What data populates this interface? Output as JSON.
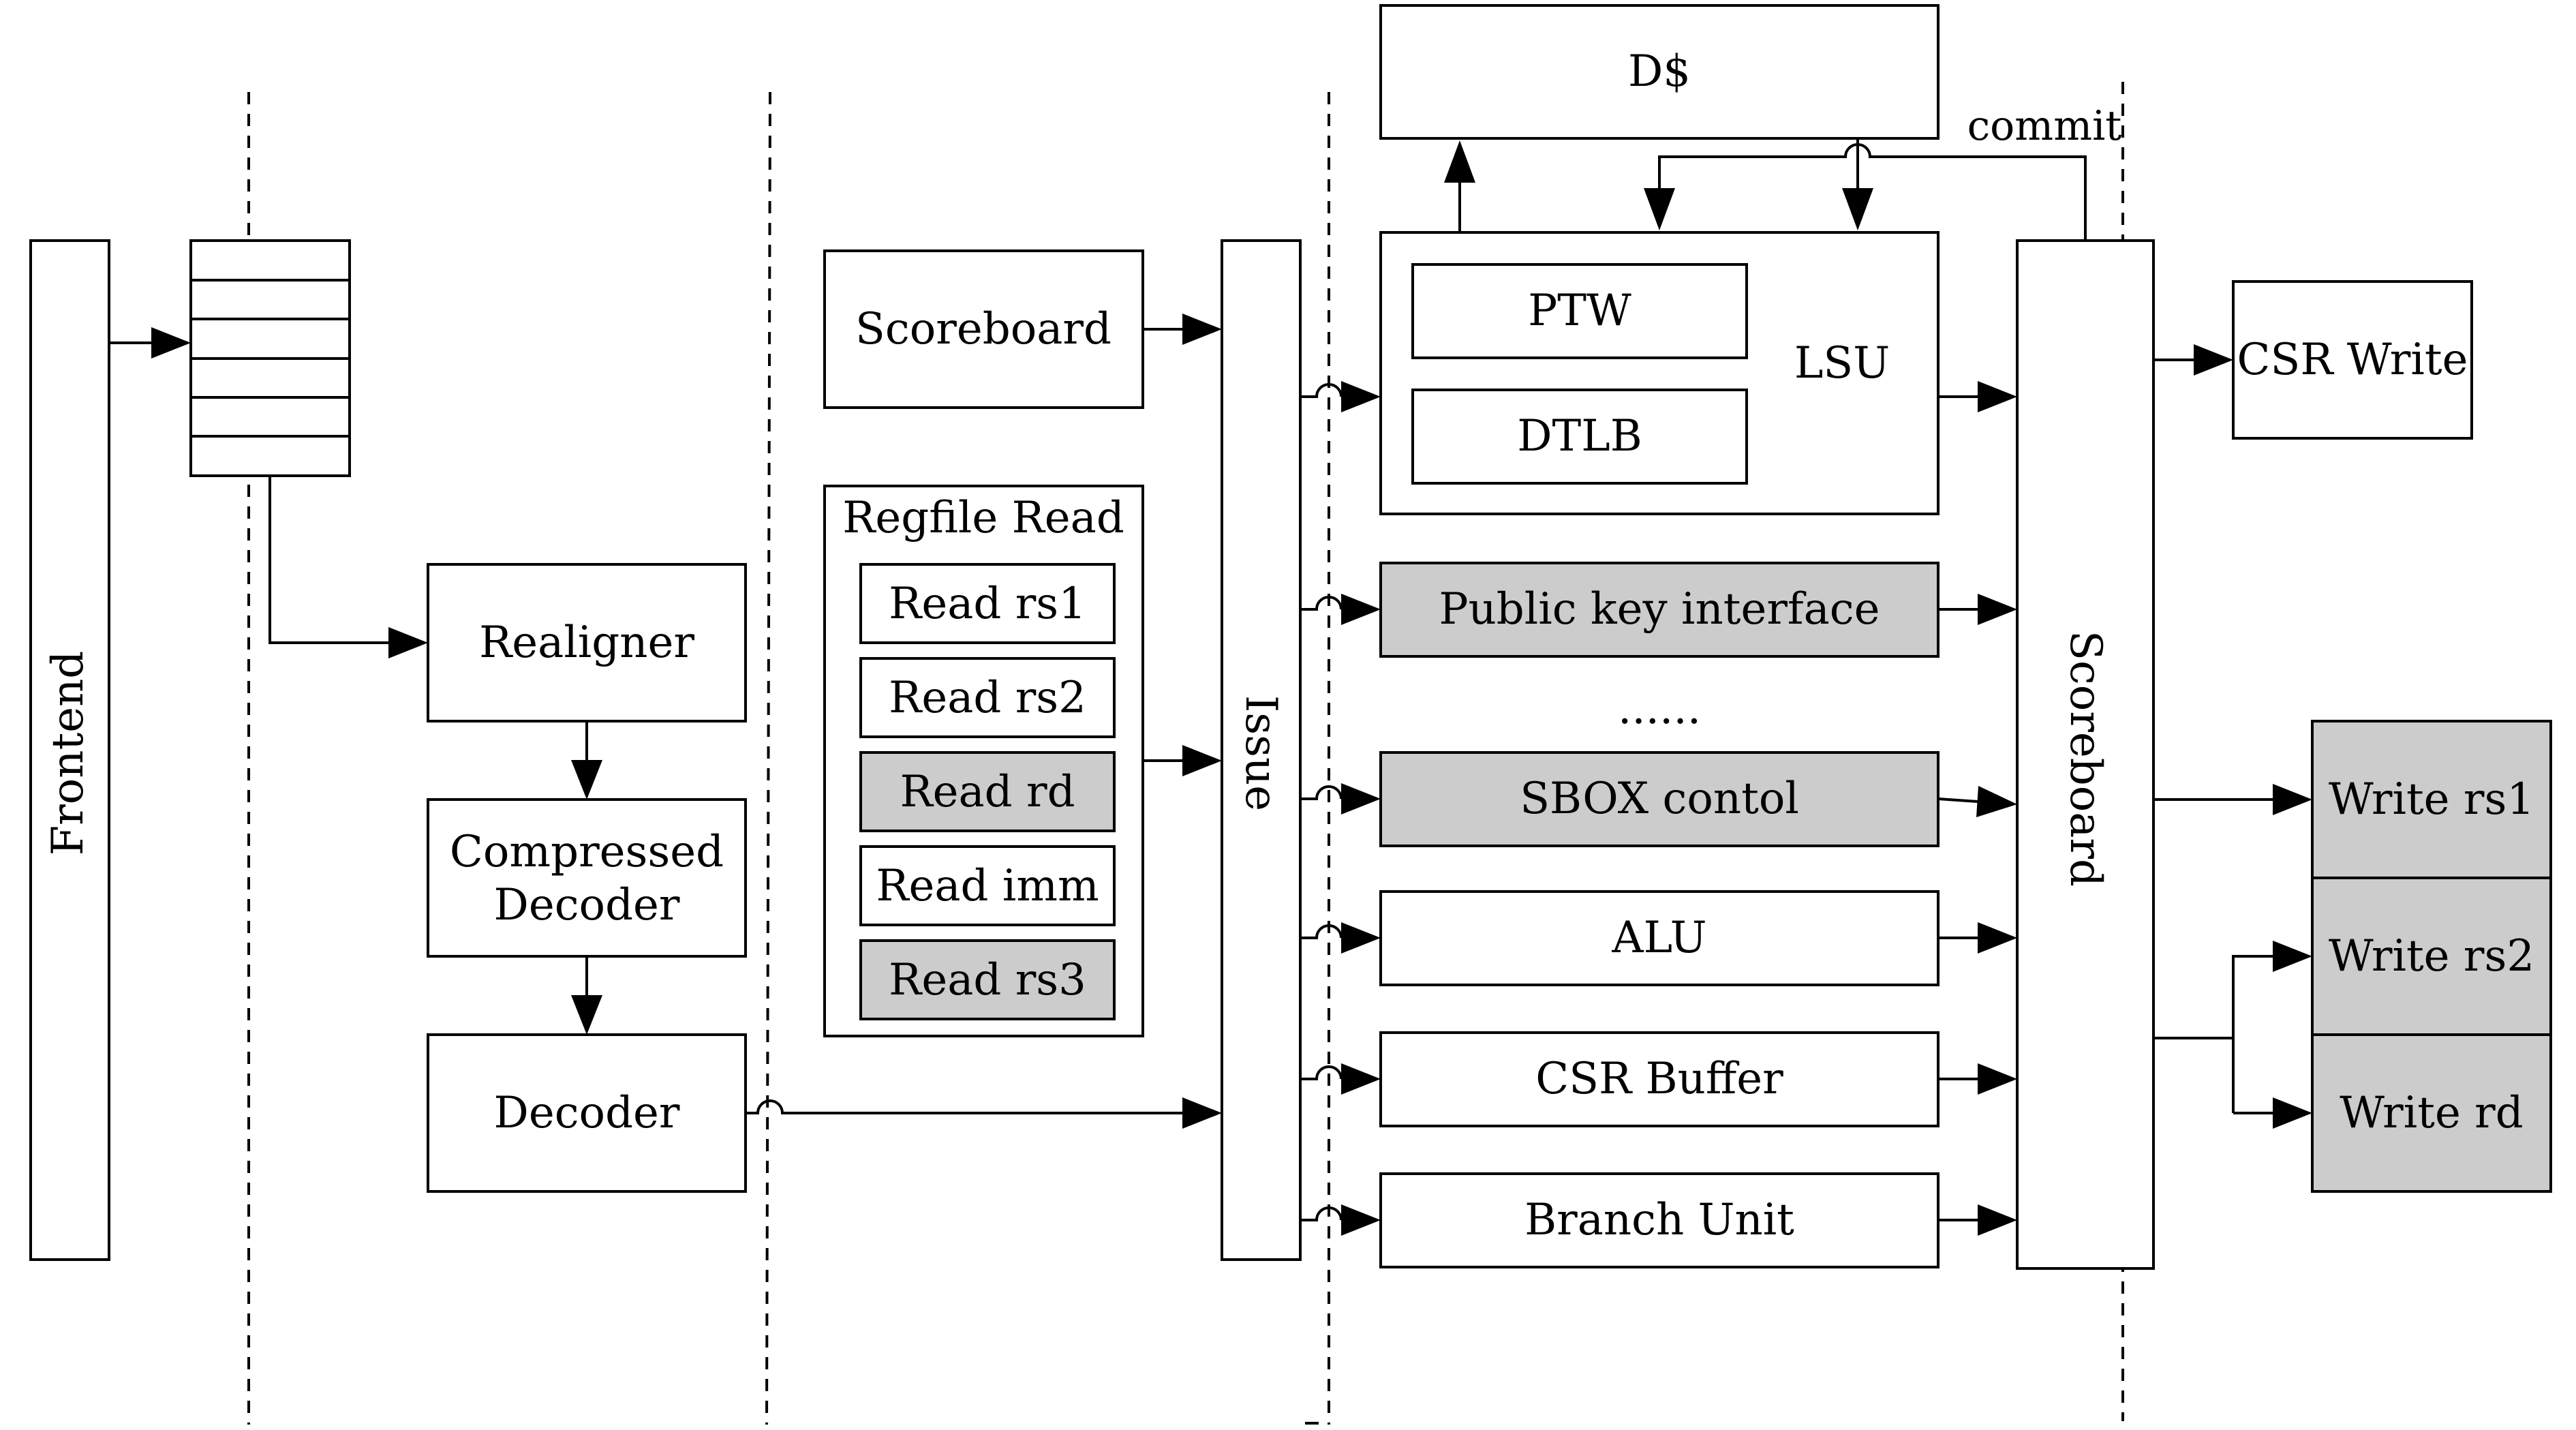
{
  "diagram": {
    "frontend": "Frontend",
    "realigner": "Realigner",
    "compressed_decoder": [
      "Compressed",
      "Decoder"
    ],
    "decoder": "Decoder",
    "scoreboard_left": "Scoreboard",
    "regfile_read": {
      "title": "Regfile Read",
      "items": [
        {
          "label": "Read rs1",
          "highlighted": false
        },
        {
          "label": "Read rs2",
          "highlighted": false
        },
        {
          "label": "Read rd",
          "highlighted": true
        },
        {
          "label": "Read imm",
          "highlighted": false
        },
        {
          "label": "Read rs3",
          "highlighted": true
        }
      ]
    },
    "issue": "Issue",
    "dcache": "D$",
    "lsu": {
      "label": "LSU",
      "ptw": "PTW",
      "dtlb": "DTLB"
    },
    "units": [
      {
        "label": "Public key interface",
        "highlighted": true
      },
      {
        "label": "SBOX contol",
        "highlighted": true
      },
      {
        "label": "ALU",
        "highlighted": false
      },
      {
        "label": "CSR Buffer",
        "highlighted": false
      },
      {
        "label": "Branch Unit",
        "highlighted": false
      }
    ],
    "ellipsis": "......",
    "scoreboard_right": "Scoreboard",
    "commit": "commit",
    "csr_write": "CSR Write",
    "writes": [
      {
        "label": "Write rs1",
        "highlighted": true
      },
      {
        "label": "Write rs2",
        "highlighted": true
      },
      {
        "label": "Write rd",
        "highlighted": true
      }
    ],
    "colors": {
      "highlight_fill": "#cccccc",
      "stroke": "#000000"
    }
  }
}
